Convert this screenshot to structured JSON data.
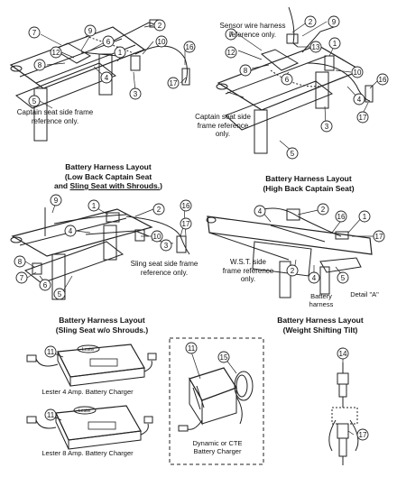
{
  "callout_numbers": [
    "1",
    "2",
    "3",
    "4",
    "5",
    "6",
    "7",
    "8",
    "9",
    "10",
    "11",
    "12",
    "13",
    "14",
    "15",
    "16",
    "17"
  ],
  "layouts": {
    "low_back": {
      "title_line1": "Battery Harness Layout",
      "title_line2_prefix": "(Low Back Captain Seat",
      "title_line2_and": "and",
      "title_line2_underlined": "Sling Seat with Shrouds.",
      "title_line2_suffix": ")",
      "note": "Captain seat side frame reference only."
    },
    "high_back": {
      "title_line1": "Battery Harness Layout",
      "title_line2": "(High Back Captain Seat)",
      "sensor_note": "Sensor wire harness reference only.",
      "note": "Captain seat side frame reference only."
    },
    "sling_no_shroud": {
      "title_line1": "Battery Harness Layout",
      "title_line2": "(Sling Seat w/o Shrouds.)",
      "note": "Sling seat side frame reference only."
    },
    "weight_shifting_tilt": {
      "title_line1": "Battery Harness Layout",
      "title_line2": "(Weight Shifting Tilt)",
      "note": "W.S.T. side frame reference only.",
      "battery_harness_label": "Battery harness",
      "detail_label": "Detail \"A\""
    }
  },
  "chargers": {
    "lester4": {
      "caption": "Lester 4 Amp. Battery Charger",
      "brand": "Lester"
    },
    "lester8": {
      "caption": "Lester 8 Amp. Battery Charger",
      "brand": "Lester"
    },
    "dynamic": {
      "caption_line1": "Dynamic or CTE",
      "caption_line2": "Battery Charger"
    }
  }
}
